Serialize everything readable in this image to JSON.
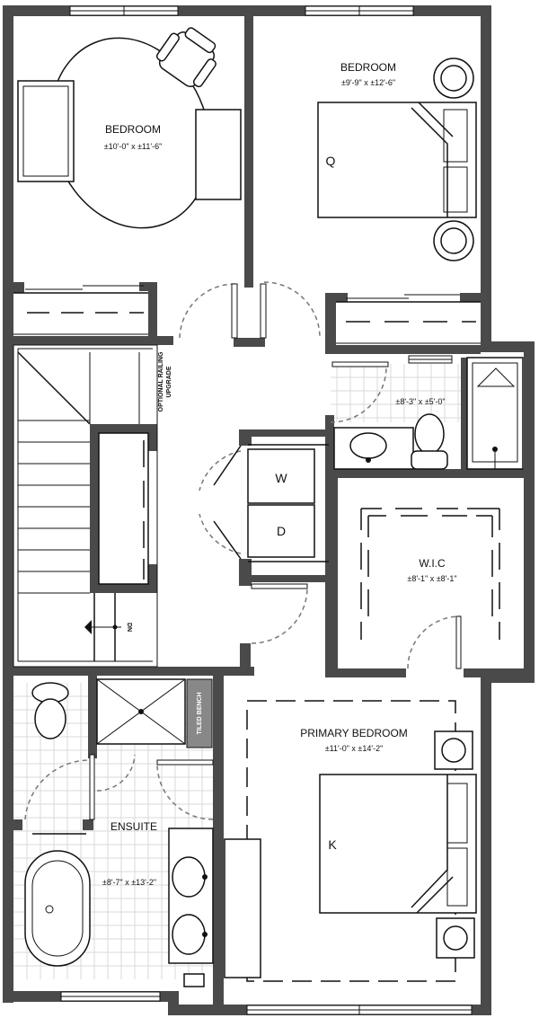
{
  "rooms": {
    "bedroom_left": {
      "label": "BEDROOM",
      "dims": "±10'-0\" x ±11'-6\""
    },
    "bedroom_right": {
      "label": "BEDROOM",
      "dims": "±9'-9\" x ±12'-6\""
    },
    "bath": {
      "dims": "±8'-3\" x ±5'-0\""
    },
    "wic": {
      "label": "W.I.C",
      "dims": "±8'-1\" x ±8'-1\""
    },
    "primary": {
      "label": "PRIMARY BEDROOM",
      "dims": "±11'-0\" x ±14'-2\""
    },
    "ensuite": {
      "label": "ENSUITE",
      "dims": "±8'-7\" x ±13'-2\""
    }
  },
  "annotations": {
    "railing_line1": "OPTIONAL RAILING",
    "railing_line2": "UPGRADE",
    "stair_dn": "DN",
    "tiled_bench": "TILED BENCH"
  },
  "appliances": {
    "washer": "W",
    "dryer": "D"
  },
  "beds": {
    "queen": "Q",
    "king": "K"
  },
  "colors": {
    "wall": "#4a4a4a",
    "line": "#111111",
    "tile_grid": "#d9d9d9"
  }
}
